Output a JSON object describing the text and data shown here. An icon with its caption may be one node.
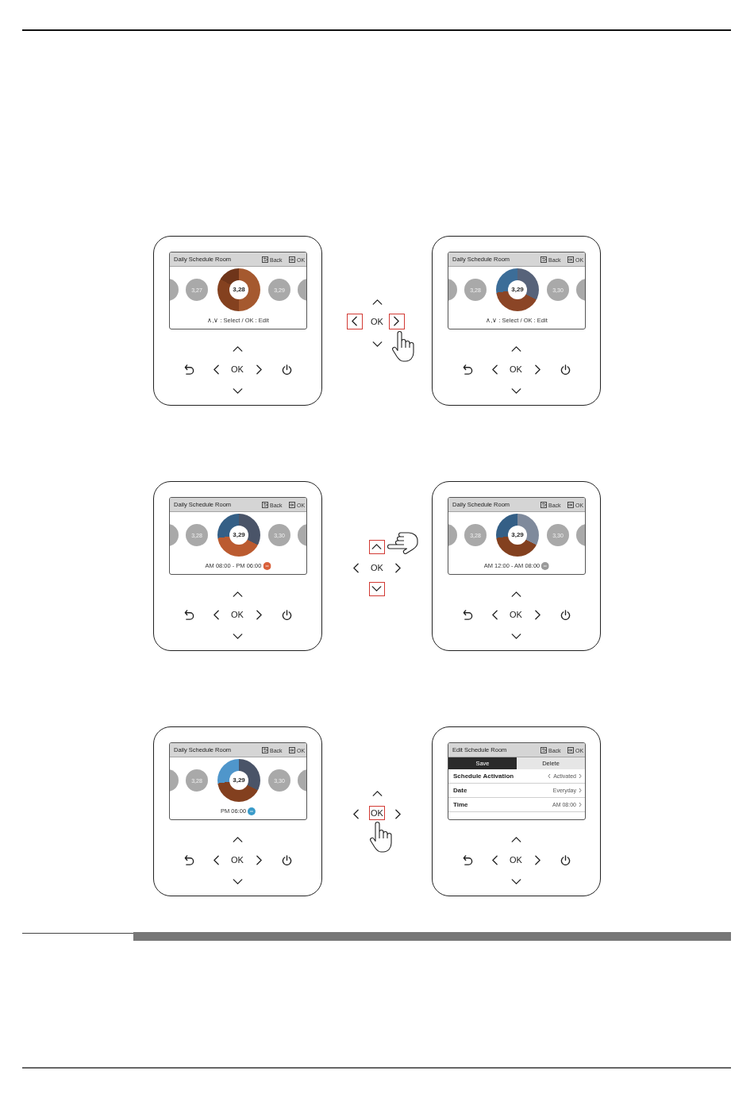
{
  "diagram": {
    "nodes": [
      {
        "text": [
          "OK"
        ]
      },
      {
        "text": [
          "Daily Schedule Room",
          "Back",
          "OK",
          "∧,∨ : Select / OK : Edit"
        ],
        "in": 0
      },
      {
        "text": [
          "3,27"
        ],
        "in": 1
      },
      {
        "text": [
          "3,28"
        ],
        "in": 1
      },
      {
        "text": [
          "3,29"
        ],
        "in": 1
      },
      {
        "text": [
          "OK"
        ]
      },
      {
        "text": [
          "Daily Schedule Room",
          "Back",
          "OK",
          "∧,∨ : Select / OK : Edit"
        ],
        "in": 5
      },
      {
        "text": [
          "3,28"
        ],
        "in": 6
      },
      {
        "text": [
          "3,29"
        ],
        "in": 6
      },
      {
        "text": [
          "3,30"
        ],
        "in": 6
      },
      {
        "text": [
          "OK"
        ]
      },
      {
        "text": [
          "Daily Schedule Room",
          "Back",
          "OK",
          "AM 08:00 - PM 06:00"
        ],
        "in": 10
      },
      {
        "text": [
          "3,28"
        ],
        "in": 11
      },
      {
        "text": [
          "3,29"
        ],
        "in": 11
      },
      {
        "text": [
          "3,30"
        ],
        "in": 11
      },
      {
        "text": [
          "OK"
        ]
      },
      {
        "text": [
          "Daily Schedule Room",
          "Back",
          "OK",
          "AM 12:00 - AM 08:00"
        ],
        "in": 15
      },
      {
        "text": [
          "3,28"
        ],
        "in": 16
      },
      {
        "text": [
          "3,29"
        ],
        "in": 16
      },
      {
        "text": [
          "3,30"
        ],
        "in": 16
      },
      {
        "text": [
          "OK"
        ]
      },
      {
        "text": [
          "Daily Schedule Room",
          "Back",
          "OK",
          "PM 06:00"
        ],
        "in": 20
      },
      {
        "text": [
          "3,28"
        ],
        "in": 21
      },
      {
        "text": [
          "3,29"
        ],
        "in": 21
      },
      {
        "text": [
          "3,30"
        ],
        "in": 21
      },
      {
        "text": [
          "OK"
        ]
      },
      {
        "text": [
          "OK"
        ]
      },
      {
        "text": [
          "Edit Schedule Room",
          "Back",
          "OK"
        ],
        "in": 26
      },
      {
        "text": [
          "Save"
        ],
        "in": 27
      },
      {
        "text": [
          "Delete"
        ],
        "in": 27
      },
      {
        "text": [
          "Schedule Activation",
          "Activated"
        ],
        "in": 27
      },
      {
        "text": [
          "Date",
          "Everyday"
        ],
        "in": 27
      },
      {
        "text": [
          "Time",
          "AM 08:00"
        ],
        "in": 27
      }
    ],
    "labels": [
      "OK",
      "OK"
    ]
  }
}
